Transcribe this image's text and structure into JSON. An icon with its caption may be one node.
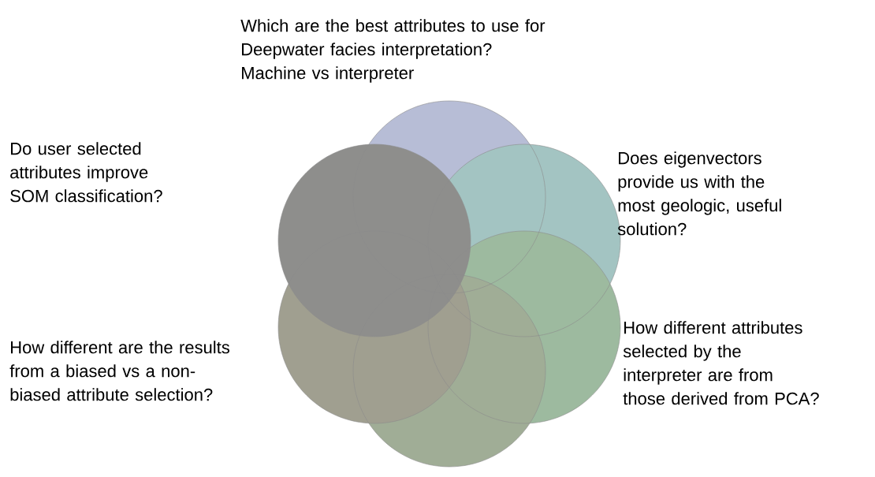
{
  "diagram": {
    "nodes": [
      {
        "text": [],
        "shape": "circle"
      },
      {
        "text": [],
        "shape": "circle"
      },
      {
        "text": [],
        "shape": "circle"
      },
      {
        "text": [],
        "shape": "circle"
      },
      {
        "text": [],
        "shape": "circle"
      },
      {
        "text": [],
        "shape": "circle"
      }
    ],
    "labels": [
      "Which are the best attributes to use for Deepwater facies interpretation?",
      "Machine vs interpreter",
      "Do user selected attributes improve SOM classification?",
      "Does eigenvectors provide us with the most geologic, useful solution?",
      "How different are the results from a biased vs a non-biased attribute selection?",
      "How different attributes selected by the interpreter are from those derived from PCA?"
    ]
  }
}
